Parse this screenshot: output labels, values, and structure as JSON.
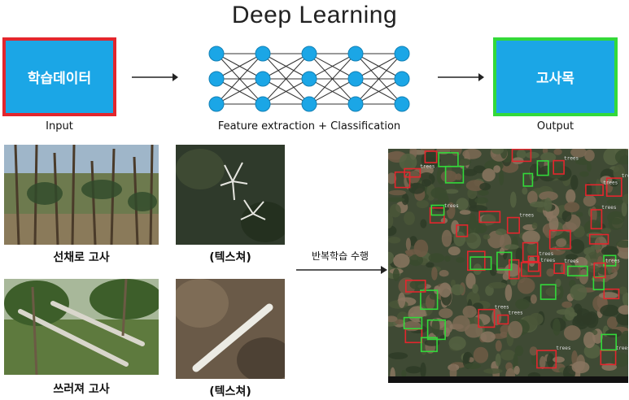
{
  "title": "Deep Learning",
  "input_box": {
    "label": "학습데이터",
    "caption": "Input",
    "border_color": "#e3262d"
  },
  "output_box": {
    "label": "고사목",
    "caption": "Output",
    "border_color": "#33d93a"
  },
  "box_fill_color": "#1ba6e6",
  "network": {
    "caption": "Feature extraction + Classification",
    "layers": [
      3,
      3,
      3,
      3,
      3
    ],
    "node_color": "#1ba6e6"
  },
  "samples": [
    {
      "caption": "선채로 고사",
      "texture_caption": "(텍스쳐)"
    },
    {
      "caption": "쓰러져 고사",
      "texture_caption": "(텍스쳐)"
    }
  ],
  "training_label": "반복학습 수행",
  "detection": {
    "label_text": "trees",
    "true_color": "#33d93a",
    "pred_color": "#e3262d"
  }
}
